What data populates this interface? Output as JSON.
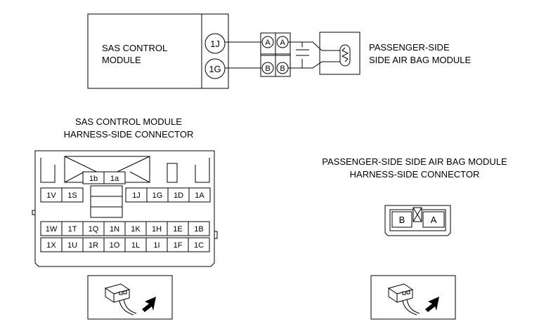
{
  "wiring": {
    "control_module": {
      "line1": "SAS CONTROL",
      "line2": "MODULE",
      "pin_top": "1J",
      "pin_bottom": "1G"
    },
    "junction": {
      "top_left": "A",
      "top_right": "A",
      "bottom_left": "B",
      "bottom_right": "B"
    },
    "airbag_module": {
      "line1": "PASSENGER-SIDE",
      "line2": "SIDE AIR BAG MODULE"
    }
  },
  "sas_connector": {
    "title_line1": "SAS CONTROL MODULE",
    "title_line2": "HARNESS-SIDE CONNECTOR",
    "top_pins": [
      "1b",
      "1a"
    ],
    "row1_left": [
      "1V",
      "1S"
    ],
    "row1_right": [
      "1J",
      "1G",
      "1D",
      "1A"
    ],
    "row2": [
      "1W",
      "1T",
      "1Q",
      "1N",
      "1K",
      "1H",
      "1E",
      "1B"
    ],
    "row3": [
      "1X",
      "1U",
      "1R",
      "1O",
      "1L",
      "1I",
      "1F",
      "1C"
    ]
  },
  "airbag_connector": {
    "title_line1": "PASSENGER-SIDE SIDE AIR BAG MODULE",
    "title_line2": "HARNESS-SIDE CONNECTOR",
    "pin_b": "B",
    "pin_a": "A"
  }
}
